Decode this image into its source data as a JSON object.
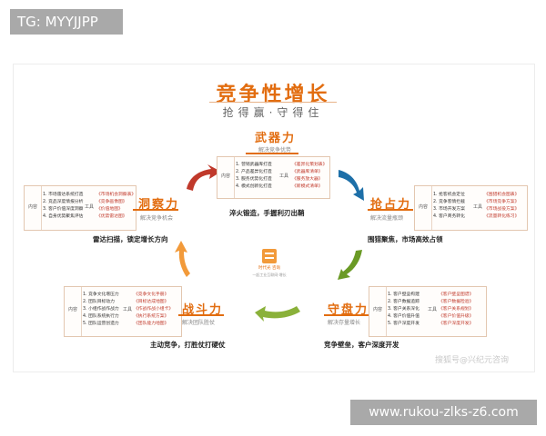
{
  "tag": "TG: MYYJJPP",
  "url": "www.rukou-zlks-z6.com",
  "title": "竞争性增长",
  "subtitle": "抢得赢·守得住",
  "center": {
    "name": "时代光 咨询",
    "sub": "一起工业互联网·增长"
  },
  "watermark": "搜狐号@兴纪元咨询",
  "colors": {
    "accent": "#e26d10",
    "red": "#c0392b",
    "blue": "#1d6fa8",
    "green": "#6a9a25",
    "orange": "#f29a3a"
  },
  "forces": {
    "weapon": {
      "title": "武器力",
      "sub": "解决竞争优势",
      "content_label": "内容",
      "tool_label": "工具",
      "items": [
        "1. 营销武器库打造",
        "2. 产品差异化打造",
        "3. 服务优势化打造",
        "4. 模式创新化打造"
      ],
      "tools": [
        "《差异化策划表》",
        "《武器库清单》",
        "《服务放大器》",
        "《新模式清单》"
      ],
      "slogan": "淬火锻造，手握利刃出鞘"
    },
    "capture": {
      "title": "抢占力",
      "sub": "解决流量瓶颈",
      "content_label": "内容",
      "tool_label": "工具",
      "items": [
        "1. 抢客机会定位",
        "2. 竞争客情拦截",
        "3. 市场开发方案",
        "4. 客户商务转化"
      ],
      "tools": [
        "《围猎机会图表》",
        "《市场竞争方案》",
        "《市场战役方案》",
        "《流量转化练习》"
      ],
      "slogan": "围猎聚焦，市场高效占领"
    },
    "insight": {
      "title": "洞察力",
      "sub": "解决竞争机会",
      "content_label": "内容",
      "tool_label": "工具",
      "items": [
        "1. 市场雷达系统打造",
        "2. 竞品深度情报分析",
        "3. 客户价值深度洞察",
        "4. 自身优势聚焦评估"
      ],
      "tools": [
        "《市场机会洞察表》",
        "《竞争画像图》",
        "《价值地图》",
        "《优势雷达图》"
      ],
      "slogan": "雷达扫描，锁定增长方向"
    },
    "combat": {
      "title": "战斗力",
      "sub": "解决团队胜仗",
      "content_label": "内容",
      "tool_label": "工具",
      "items": [
        "1. 竞争文化增压力",
        "2. 团队目标动力",
        "3. 小组作战作战力",
        "4. 团队系统执行力",
        "5. 团队运营创造力"
      ],
      "tools": [
        "《竞争文化手册》",
        "《目标达成地图》",
        "《作战作战小组卡》",
        "《执行系统方案》",
        "《团队能力地图》"
      ],
      "slogan": "主动竞争，打胜仗打硬仗"
    },
    "defend": {
      "title": "守盘力",
      "sub": "解决存量增长",
      "content_label": "内容",
      "tool_label": "工具",
      "items": [
        "1. 客户壁垒构建",
        "2. 客户数据追踪",
        "3. 客户关系深化",
        "4. 客户价值升值",
        "5. 客户深度开发"
      ],
      "tools": [
        "《客户壁垒图谱》",
        "《客户数据检验》",
        "《客户关系规划》",
        "《客户价值升级》",
        "《客户深度开发》"
      ],
      "slogan": "竞争壁垒，客户深度开发"
    }
  }
}
